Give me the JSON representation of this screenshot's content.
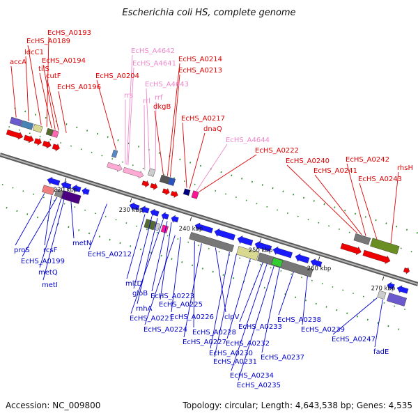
{
  "title": "Escherichia coli HS, complete genome",
  "accession": "Accession: NC_009800",
  "topology": "Topology: circular; Length: 4,643,538 bp; Genes: 4,535",
  "colors": {
    "upper_label": "#dd0000",
    "rna_label": "#ee88cc",
    "lower_label": "#0000cc",
    "backbone": "#7a7a7a",
    "green_tick": "#1f8a1f"
  },
  "ticks": [
    "220 kbp",
    "230 kbp",
    "240 kbp",
    "250 kbp",
    "260 kbp",
    "270 kbp"
  ],
  "upper_labels": [
    "accA",
    "ldcC1",
    "EcHS_A0189",
    "EcHS_A0193",
    "tilS",
    "EcHS_A0194",
    "cutF",
    "EcHS_A0196",
    "EcHS_A4642",
    "EcHS_A4641",
    "rrs",
    "EcHS_A0204",
    "rrl",
    "EcHS_A4643",
    "rrf",
    "dkgB",
    "EcHS_A0214",
    "EcHS_A0213",
    "EcHS_A0217",
    "dnaQ",
    "EcHS_A4644",
    "EcHS_A0222",
    "EcHS_A0240",
    "EcHS_A0241",
    "EcHS_A0242",
    "EcHS_A0243",
    "rhsH"
  ],
  "lower_labels": [
    "proS",
    "rcsF",
    "EcHS_A0199",
    "metQ",
    "metI",
    "metN",
    "EcHS_A0212",
    "mltD",
    "gloB",
    "rnhA",
    "EcHS_A0221",
    "EcHS_A0223",
    "EcHS_A0225",
    "EcHS_A0224",
    "EcHS_A0226",
    "EcHS_A0228",
    "EcHS_A0227",
    "clpV",
    "EcHS_A0230",
    "EcHS_A0231",
    "EcHS_A0232",
    "EcHS_A0233",
    "EcHS_A0234",
    "EcHS_A0235",
    "EcHS_A0237",
    "EcHS_A0238",
    "EcHS_A0239",
    "EcHS_A0247",
    "fadE"
  ]
}
